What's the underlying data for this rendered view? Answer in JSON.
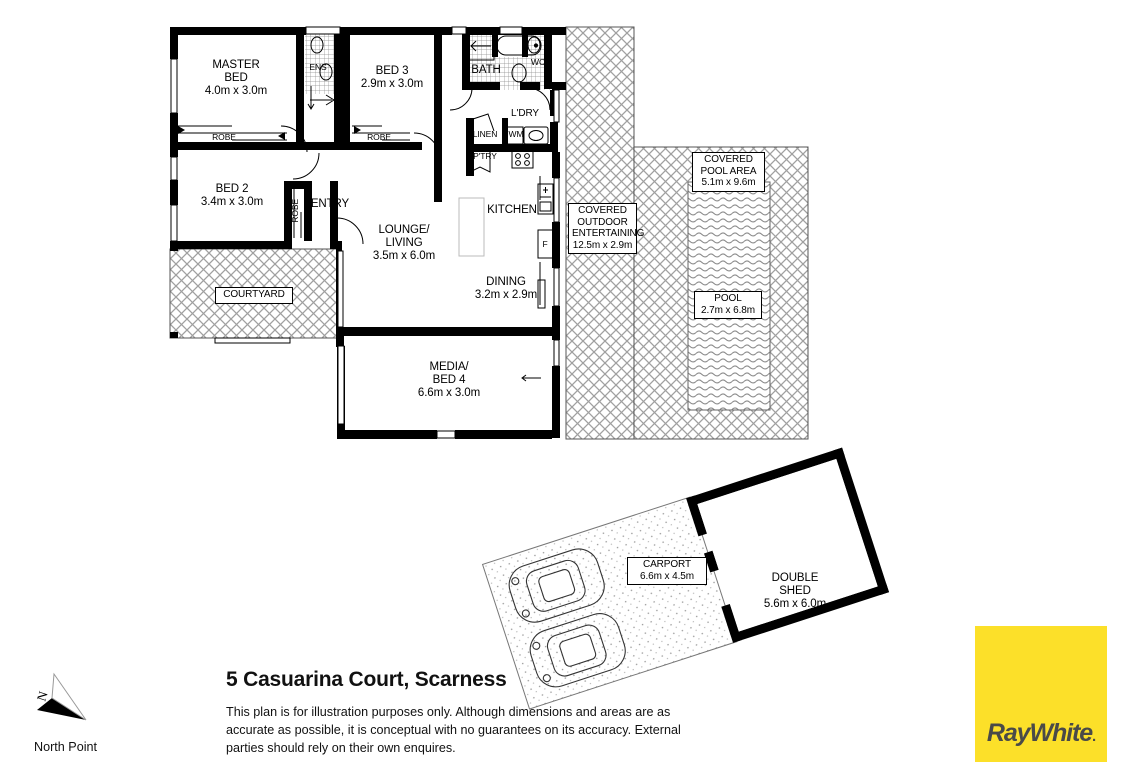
{
  "document": {
    "type": "floor-plan",
    "title": "5 Casuarina Court, Scarness",
    "disclaimer": "This plan is for illustration purposes only.  Although dimensions and areas are as accurate as possible, it is conceptual with no guarantees on its accuracy. External parties should rely on their own enquires.",
    "north_point_label": "North Point",
    "north_letter": "N"
  },
  "brand": {
    "name": "RayWhite",
    "name_part1": "Ray",
    "name_part2": "White",
    "trailing_dot": ".",
    "background_color": "#FCE029",
    "text_color": "#4a4a48"
  },
  "colors": {
    "wall": "#000000",
    "paper": "#ffffff",
    "hatch_line": "#9a9a9a",
    "thin_line": "#000000",
    "pool_water": "#888888"
  },
  "rooms": [
    {
      "id": "master-bed",
      "name": "MASTER\nBED",
      "dimensions": "4.0m x 3.0m",
      "label": "MASTER\nBED\n4.0m x 3.0m"
    },
    {
      "id": "bed-2",
      "name": "BED 2",
      "dimensions": "3.4m x 3.0m",
      "label": "BED 2\n3.4m x 3.0m"
    },
    {
      "id": "bed-3",
      "name": "BED 3",
      "dimensions": "2.9m x 3.0m",
      "label": "BED 3\n2.9m x 3.0m"
    },
    {
      "id": "lounge-living",
      "name": "LOUNGE/\nLIVING",
      "dimensions": "3.5m x 6.0m",
      "label": "LOUNGE/\nLIVING\n3.5m x 6.0m"
    },
    {
      "id": "dining",
      "name": "DINING",
      "dimensions": "3.2m x 2.9m",
      "label": "DINING\n3.2m x 2.9m"
    },
    {
      "id": "media-bed-4",
      "name": "MEDIA/\nBED 4",
      "dimensions": "6.6m x 3.0m",
      "label": "MEDIA/\nBED 4\n6.6m x 3.0m"
    },
    {
      "id": "covered-outdoor-entertaining",
      "name": "COVERED\nOUTDOOR\nENTERTAINING",
      "dimensions": "12.5m x 2.9m",
      "label": "COVERED\nOUTDOOR\nENTERTAINING\n12.5m x 2.9m"
    },
    {
      "id": "covered-pool-area",
      "name": "COVERED\nPOOL AREA",
      "dimensions": "5.1m x 9.6m",
      "label": "COVERED\nPOOL AREA\n5.1m x 9.6m"
    },
    {
      "id": "pool",
      "name": "POOL",
      "dimensions": "2.7m x 6.8m",
      "label": "POOL\n2.7m x 6.8m"
    },
    {
      "id": "carport",
      "name": "CARPORT",
      "dimensions": "6.6m x 4.5m",
      "label": "CARPORT\n6.6m x 4.5m"
    },
    {
      "id": "double-shed",
      "name": "DOUBLE\nSHED",
      "dimensions": "5.6m x 6.0m",
      "label": "DOUBLE\nSHED\n5.6m x 6.0m"
    }
  ],
  "area_labels": {
    "kitchen": "KITCHEN",
    "entry": "ENTRY",
    "courtyard": "COURTYARD",
    "bath": "BATH",
    "ens": "ENS",
    "wc": "WC",
    "ldry": "L'DRY",
    "linen": "LINEN",
    "ptry": "P'TRY",
    "wm": "WM",
    "fridge": "F",
    "robe_master": "ROBE",
    "robe_bed3": "ROBE",
    "robe_entry": "ROBE"
  }
}
